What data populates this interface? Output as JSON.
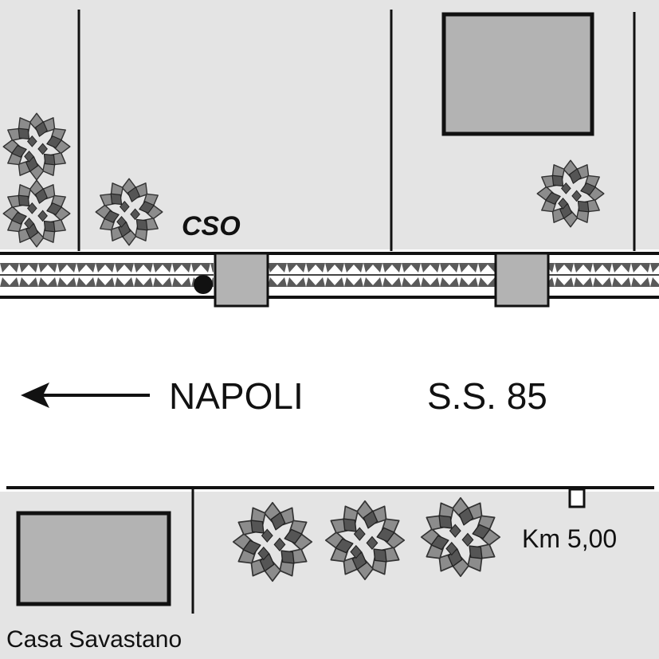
{
  "labels": {
    "cso": "CSO",
    "direction": "NAPOLI",
    "road": "S.S. 85",
    "km_marker": "Km 5,00",
    "house": "Casa Savastano"
  },
  "icons": {
    "direction_arrow": "arrow-left-icon",
    "tree": "tree-icon",
    "point": "dot-marker-icon"
  },
  "colors": {
    "background": "#ffffff",
    "land": "#e4e4e4",
    "building": "#b3b3b3",
    "line": "#111111",
    "tree_dark": "#555555",
    "tree_light": "#8c8c8c"
  }
}
